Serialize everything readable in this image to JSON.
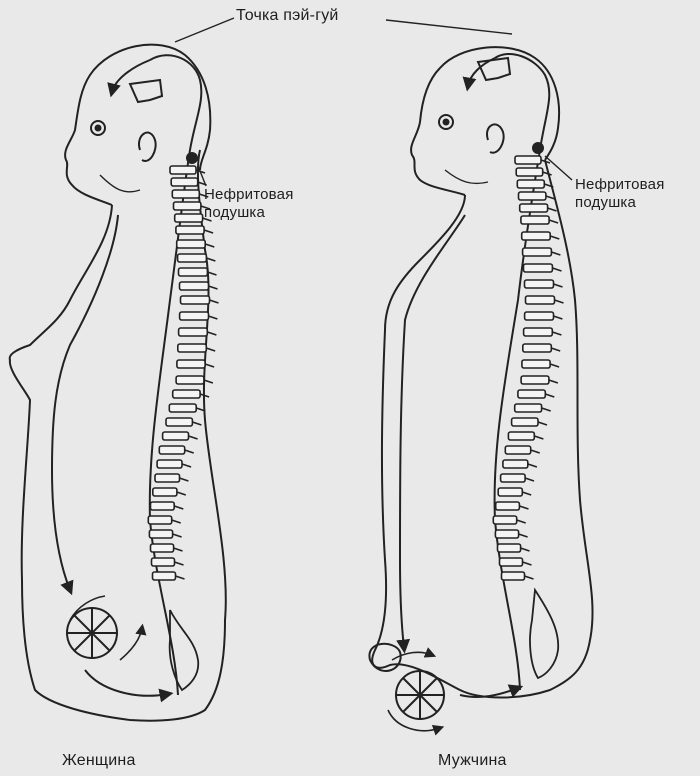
{
  "labels": {
    "top_point": "Точка пэй-гуй",
    "left_pillow_line1": "Нефритовая",
    "left_pillow_line2": "подушка",
    "right_pillow_line1": "Нефритовая",
    "right_pillow_line2": "подушка"
  },
  "captions": {
    "woman": "Женщина",
    "man": "Мужчина"
  }
}
